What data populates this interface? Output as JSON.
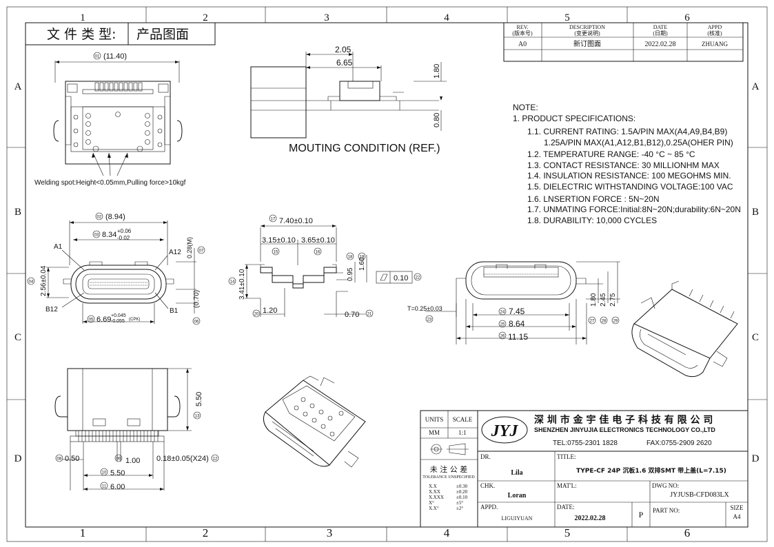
{
  "frame": {
    "col_labels": [
      "1",
      "2",
      "3",
      "4",
      "5",
      "6"
    ],
    "row_labels": [
      "A",
      "B",
      "C",
      "D"
    ]
  },
  "doc_type": {
    "label": "文 件 类 型:",
    "value": "产品图面"
  },
  "revision": {
    "headers": [
      "REV.",
      "(版本号)",
      "DESCRIPTION",
      "(变更说明)",
      "DATE",
      "(日期)",
      "APPD",
      "(核准)"
    ],
    "row": {
      "rev": "A0",
      "desc": "新订图面",
      "date": "2022.02.28",
      "appd": "ZHUANG"
    }
  },
  "views": {
    "top": {
      "dim_width": "(11.40)",
      "bubble": "01",
      "welding_note": "Welding spot:Height<0.05mm,Pulling force>10kgf"
    },
    "mounting": {
      "title": "MOUTING CONDITION (REF.)",
      "dim_205": "2.05",
      "dim_665": "6.65",
      "dim_180": "1.80",
      "dim_080": "0.80"
    },
    "front": {
      "b02": "02",
      "d02": "(8.94)",
      "b03": "03",
      "d03": "8.34",
      "d03_tol_up": "+0.06",
      "d03_tol_dn": "-0.02",
      "a1": "A1",
      "a12": "A12",
      "b12": "B12",
      "b1": "B1",
      "b04": "04",
      "d04": "2.56±0.04",
      "b05": "05",
      "d05": "6.69",
      "d05_tol_up": "+0.045",
      "d05_tol_dn": "-0.055",
      "d05_note": "(CPK)",
      "b06": "06",
      "d06": "(0.70)",
      "b07": "07",
      "d07": "0.28(M)"
    },
    "side": {
      "b17": "17",
      "d17": "7.40±0.10",
      "b15": "15",
      "d15": "3.15±0.10",
      "b16": "16",
      "d16": "3.65±0.10",
      "b14": "14",
      "d14": "3.41±0.10",
      "b18": "18",
      "d18": "0.95",
      "b19": "19",
      "d19": "1.60",
      "b20": "20",
      "d20": "1.20",
      "b21": "21",
      "d21": "0.70",
      "flat_val": "0.10",
      "b22": "22"
    },
    "rear": {
      "thick": "T=0.25±0.03",
      "b23": "23",
      "b24": "24",
      "d24": "7.45",
      "b25": "25",
      "d25": "8.64",
      "b26": "26",
      "d26": "11.15",
      "b27": "27",
      "d27": "1.80",
      "b28": "28",
      "d28": "2.45",
      "b29": "29",
      "d29": "2.75"
    },
    "bottom": {
      "b13": "13",
      "d13": "5.50",
      "b08": "08",
      "d08": "0.50",
      "b09": "09",
      "d09": "1.00",
      "d12": "0.18±0.05(X24)",
      "b12": "12",
      "b10": "10",
      "d10": "5.50",
      "b11": "11",
      "d11": "6.00"
    }
  },
  "notes": {
    "head": "NOTE:",
    "lines": [
      "1. PRODUCT SPECIFICATIONS:",
      "1.1. CURRENT RATING: 1.5A/PIN MAX(A4,A9,B4,B9)",
      "1.25A/PIN MAX(A1,A12,B1,B12),0.25A(OHER PIN)",
      "1.2. TEMPERATURE RANGE: -40 °C ~ 85 °C",
      "1.3. CONTACT RESISTANCE: 30 MILLIONHM MAX",
      "1.4. INSULATION RESISTANCE: 100 MEGOHMS MIN.",
      "1.5. DIELECTRIC WITHSTANDING VOLTAGE:100 VAC",
      "1.6. LNSERTION FORCE : 5N~20N",
      "1.7. UNMATING FORCE:Initial:8N~20N;durability:6N~20N",
      "1.8. DURABILITY:  10,000 CYCLES"
    ]
  },
  "title_block": {
    "units_label": "UNITS",
    "units_val": "MM",
    "scale_label": "SCALE",
    "scale_val": "1:1",
    "tol_cn": "未 注 公 差",
    "tol_en": "TOLERANCE UNSPECIFIED",
    "tol_rows": [
      [
        "X.X",
        "±0.30"
      ],
      [
        "X.XX",
        "±0.20"
      ],
      [
        "X.XXX",
        "±0.10"
      ],
      [
        "X°",
        "±5°"
      ],
      [
        "X.X°",
        "±2°"
      ]
    ],
    "logo": "JYJ",
    "company_cn": "深 圳 市 金 宇 佳 电 子 科 技 有 限 公 司",
    "company_en": "SHENZHEN JINYUJIA ELECTRONICS TECHNOLOGY CO.,LTD",
    "tel": "TEL:0755-2301 1828",
    "fax": "FAX:0755-2909 2620",
    "dr_label": "DR.",
    "dr_val": "Lila",
    "title_label": "TITLE:",
    "title_val": "TYPE-CF 24P 沉板1.6 双排SMT 带上盖(L=7.15)",
    "chk_label": "CHK.",
    "chk_val": "Loran",
    "matl_label": "MAT'L:",
    "dwg_label": "DWG NO:",
    "dwg_val": "JYJUSB-CFD083LX",
    "appd_label": "APPD.",
    "appd_val": "LIGUIYUAN",
    "date_label": "DATE:",
    "date_val": "2022.02.28",
    "p_label": "P",
    "part_label": "PART NO:",
    "size_label": "SIZE",
    "size_val": "A4"
  }
}
